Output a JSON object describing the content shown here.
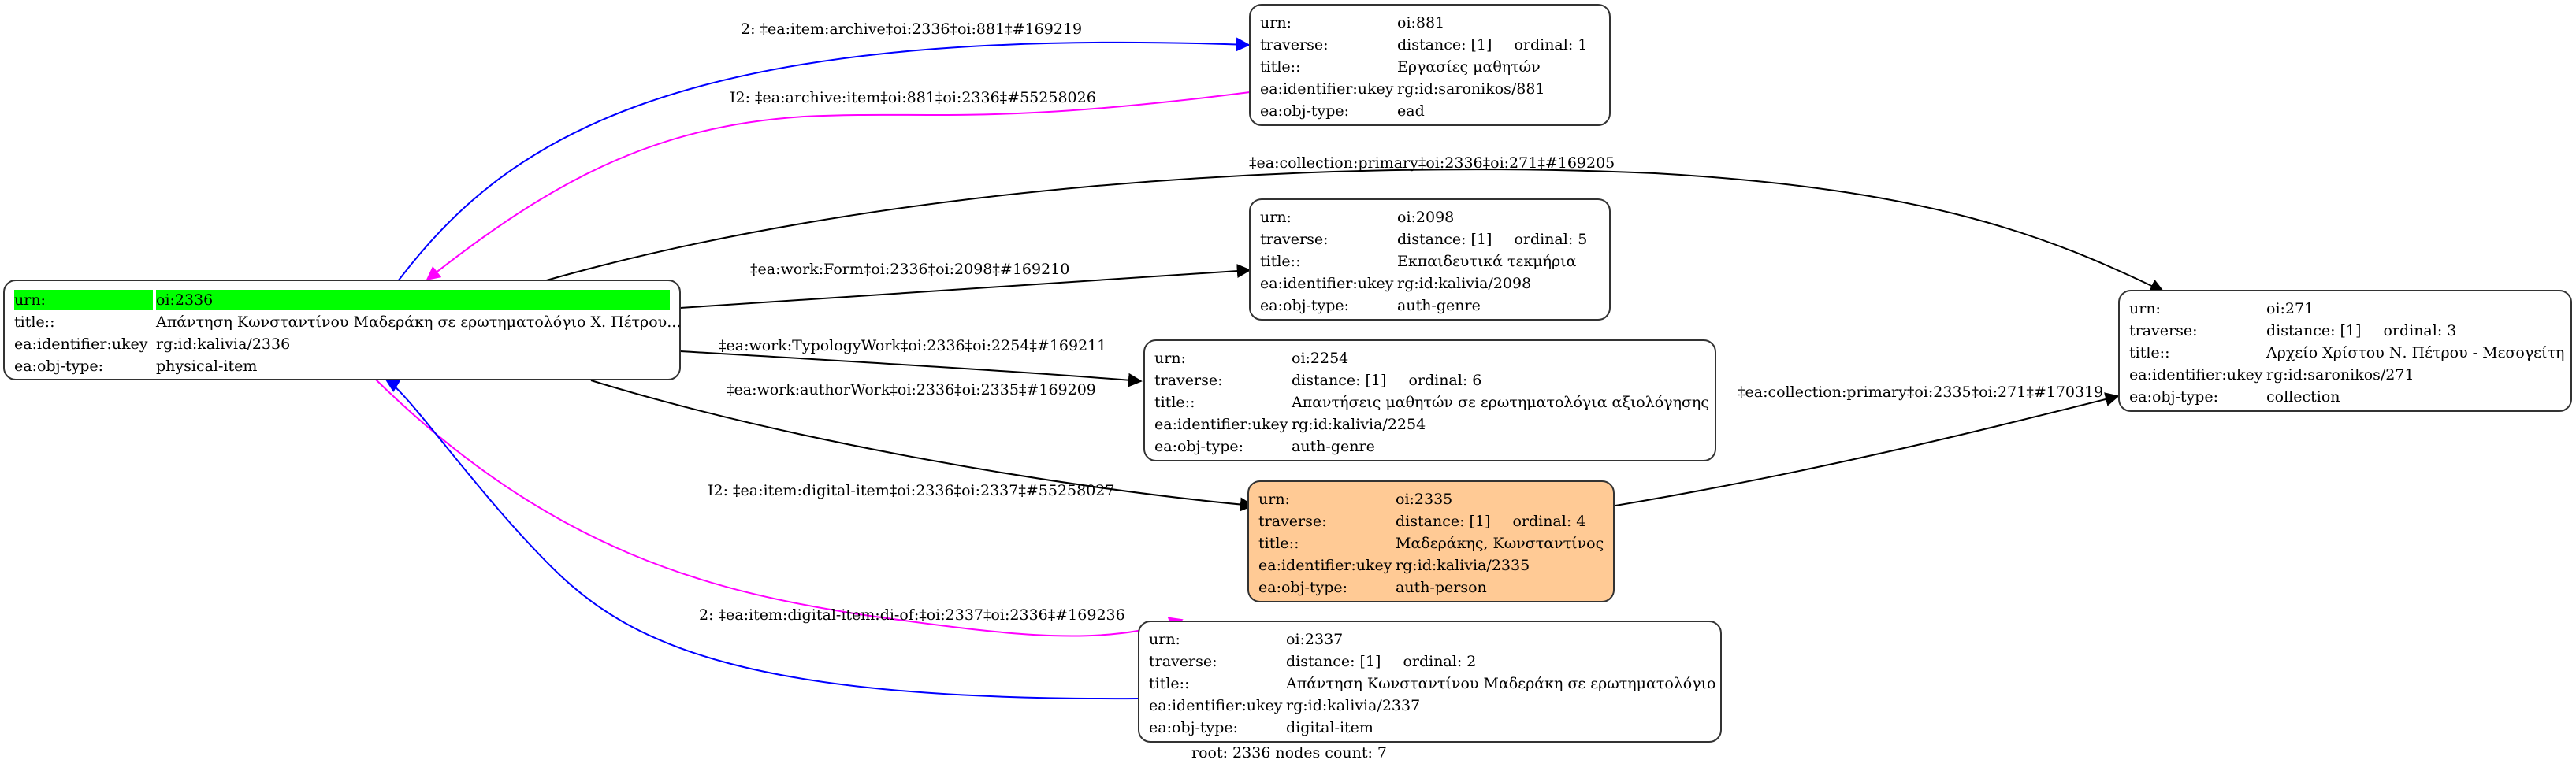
{
  "graph": {
    "footer": "root: 2336 nodes count: 7",
    "colors": {
      "black": "#000000",
      "blue": "#0000ff",
      "magenta": "#ff00ff",
      "root_highlight": "#00ff00",
      "focus_fill": "#ffca95"
    },
    "nodes": [
      {
        "id": "oi:2336",
        "root": true,
        "rows": [
          {
            "k": "urn:",
            "v": "oi:2336"
          },
          {
            "k": "title::",
            "v": "Απάντηση Κωνσταντίνου Μαδεράκη σε ερωτηματολόγιο Χ. Πέτρου..."
          },
          {
            "k": "ea:identifier:ukey",
            "v": "rg:id:kalivia/2336"
          },
          {
            "k": "ea:obj-type:",
            "v": "physical-item"
          }
        ]
      },
      {
        "id": "oi:881",
        "rows": [
          {
            "k": "urn:",
            "v": "oi:881"
          },
          {
            "k": "traverse:",
            "v": "distance: [1]",
            "v2": "ordinal: 1"
          },
          {
            "k": "title::",
            "v": "Εργασίες μαθητών"
          },
          {
            "k": "ea:identifier:ukey",
            "v": "rg:id:saronikos/881"
          },
          {
            "k": "ea:obj-type:",
            "v": "ead"
          }
        ]
      },
      {
        "id": "oi:2098",
        "rows": [
          {
            "k": "urn:",
            "v": "oi:2098"
          },
          {
            "k": "traverse:",
            "v": "distance: [1]",
            "v2": "ordinal: 5"
          },
          {
            "k": "title::",
            "v": "Εκπαιδευτικά τεκμήρια"
          },
          {
            "k": "ea:identifier:ukey",
            "v": "rg:id:kalivia/2098"
          },
          {
            "k": "ea:obj-type:",
            "v": "auth-genre"
          }
        ]
      },
      {
        "id": "oi:2254",
        "rows": [
          {
            "k": "urn:",
            "v": "oi:2254"
          },
          {
            "k": "traverse:",
            "v": "distance: [1]",
            "v2": "ordinal: 6"
          },
          {
            "k": "title::",
            "v": "Απαντήσεις μαθητών σε ερωτηματολόγια αξιολόγησης"
          },
          {
            "k": "ea:identifier:ukey",
            "v": "rg:id:kalivia/2254"
          },
          {
            "k": "ea:obj-type:",
            "v": "auth-genre"
          }
        ]
      },
      {
        "id": "oi:2335",
        "focus": true,
        "rows": [
          {
            "k": "urn:",
            "v": "oi:2335"
          },
          {
            "k": "traverse:",
            "v": "distance: [1]",
            "v2": "ordinal: 4"
          },
          {
            "k": "title::",
            "v": "Μαδεράκης, Κωνσταντίνος"
          },
          {
            "k": "ea:identifier:ukey",
            "v": "rg:id:kalivia/2335"
          },
          {
            "k": "ea:obj-type:",
            "v": "auth-person"
          }
        ]
      },
      {
        "id": "oi:2337",
        "rows": [
          {
            "k": "urn:",
            "v": "oi:2337"
          },
          {
            "k": "traverse:",
            "v": "distance: [1]",
            "v2": "ordinal: 2"
          },
          {
            "k": "title::",
            "v": "Απάντηση Κωνσταντίνου Μαδεράκη σε ερωτηματολόγιο"
          },
          {
            "k": "ea:identifier:ukey",
            "v": "rg:id:kalivia/2337"
          },
          {
            "k": "ea:obj-type:",
            "v": "digital-item"
          }
        ]
      },
      {
        "id": "oi:271",
        "rows": [
          {
            "k": "urn:",
            "v": "oi:271"
          },
          {
            "k": "traverse:",
            "v": "distance: [1]",
            "v2": "ordinal: 3"
          },
          {
            "k": "title::",
            "v": "Αρχείο Χρίστου Ν. Πέτρου - Μεσογείτη"
          },
          {
            "k": "ea:identifier:ukey",
            "v": "rg:id:saronikos/271"
          },
          {
            "k": "ea:obj-type:",
            "v": "collection"
          }
        ]
      }
    ],
    "edges": [
      {
        "from": "oi:2336",
        "to": "oi:881",
        "color": "blue",
        "label": "2: ‡ea:item:archive‡oi:2336‡oi:881‡#169219"
      },
      {
        "from": "oi:881",
        "to": "oi:2336",
        "color": "magenta",
        "label": "I2: ‡ea:archive:item‡oi:881‡oi:2336‡#55258026"
      },
      {
        "from": "oi:2336",
        "to": "oi:271",
        "color": "black",
        "label": "‡ea:collection:primary‡oi:2336‡oi:271‡#169205"
      },
      {
        "from": "oi:2336",
        "to": "oi:2098",
        "color": "black",
        "label": "‡ea:work:Form‡oi:2336‡oi:2098‡#169210"
      },
      {
        "from": "oi:2336",
        "to": "oi:2254",
        "color": "black",
        "label": "‡ea:work:TypologyWork‡oi:2336‡oi:2254‡#169211"
      },
      {
        "from": "oi:2336",
        "to": "oi:2335",
        "color": "black",
        "label": "‡ea:work:authorWork‡oi:2336‡oi:2335‡#169209"
      },
      {
        "from": "oi:2335",
        "to": "oi:271",
        "color": "black",
        "label": "‡ea:collection:primary‡oi:2335‡oi:271‡#170319"
      },
      {
        "from": "oi:2336",
        "to": "oi:2337",
        "color": "magenta",
        "label": "I2: ‡ea:item:digital-item‡oi:2336‡oi:2337‡#55258027"
      },
      {
        "from": "oi:2337",
        "to": "oi:2336",
        "color": "blue",
        "label": "2: ‡ea:item:digital-item:di-of:‡oi:2337‡oi:2336‡#169236"
      }
    ]
  }
}
